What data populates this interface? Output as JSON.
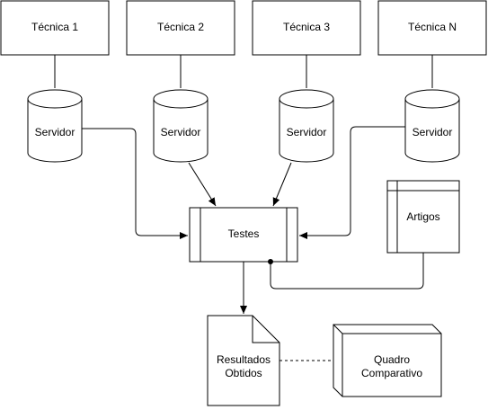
{
  "techniques": [
    {
      "label": "Técnica 1"
    },
    {
      "label": "Técnica 2"
    },
    {
      "label": "Técnica 3"
    },
    {
      "label": "Técnica N"
    }
  ],
  "servers": [
    {
      "label": "Servidor"
    },
    {
      "label": "Servidor"
    },
    {
      "label": "Servidor"
    },
    {
      "label": "Servidor"
    }
  ],
  "tests": {
    "label": "Testes"
  },
  "articles": {
    "label": "Artigos"
  },
  "results": {
    "line1": "Resultados",
    "line2": "Obtidos"
  },
  "comparison": {
    "line1": "Quadro",
    "line2": "Comparativo"
  }
}
